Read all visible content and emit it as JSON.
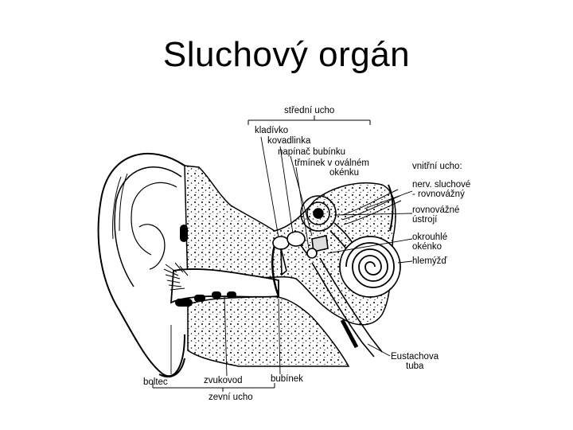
{
  "slide": {
    "title": "Sluchový orgán"
  },
  "labels": {
    "stredni_ucho": "střední ucho",
    "kladivko": "kladívko",
    "kovadlinka": "kovadlinka",
    "napinac": "napínač bubínku",
    "trminek_1": "třmínek v oválném",
    "trminek_2": "okénku",
    "vnitrni_ucho": "vnitřní ucho:",
    "nerv_1": "nerv. sluchové",
    "nerv_2": "- rovnovážný",
    "rovnovazne_1": "rovnovážné",
    "rovnovazne_2": "ústrojí",
    "okrouhle_1": "okrouhlé",
    "okrouhle_2": "okénko",
    "hlemyzd": "hlemýžď",
    "eustachova_1": "Eustachova",
    "eustachova_2": "tuba",
    "boltec": "boltec",
    "zvukovod": "zvukovod",
    "bubinek": "bubínek",
    "zevni_ucho": "zevní ucho"
  }
}
